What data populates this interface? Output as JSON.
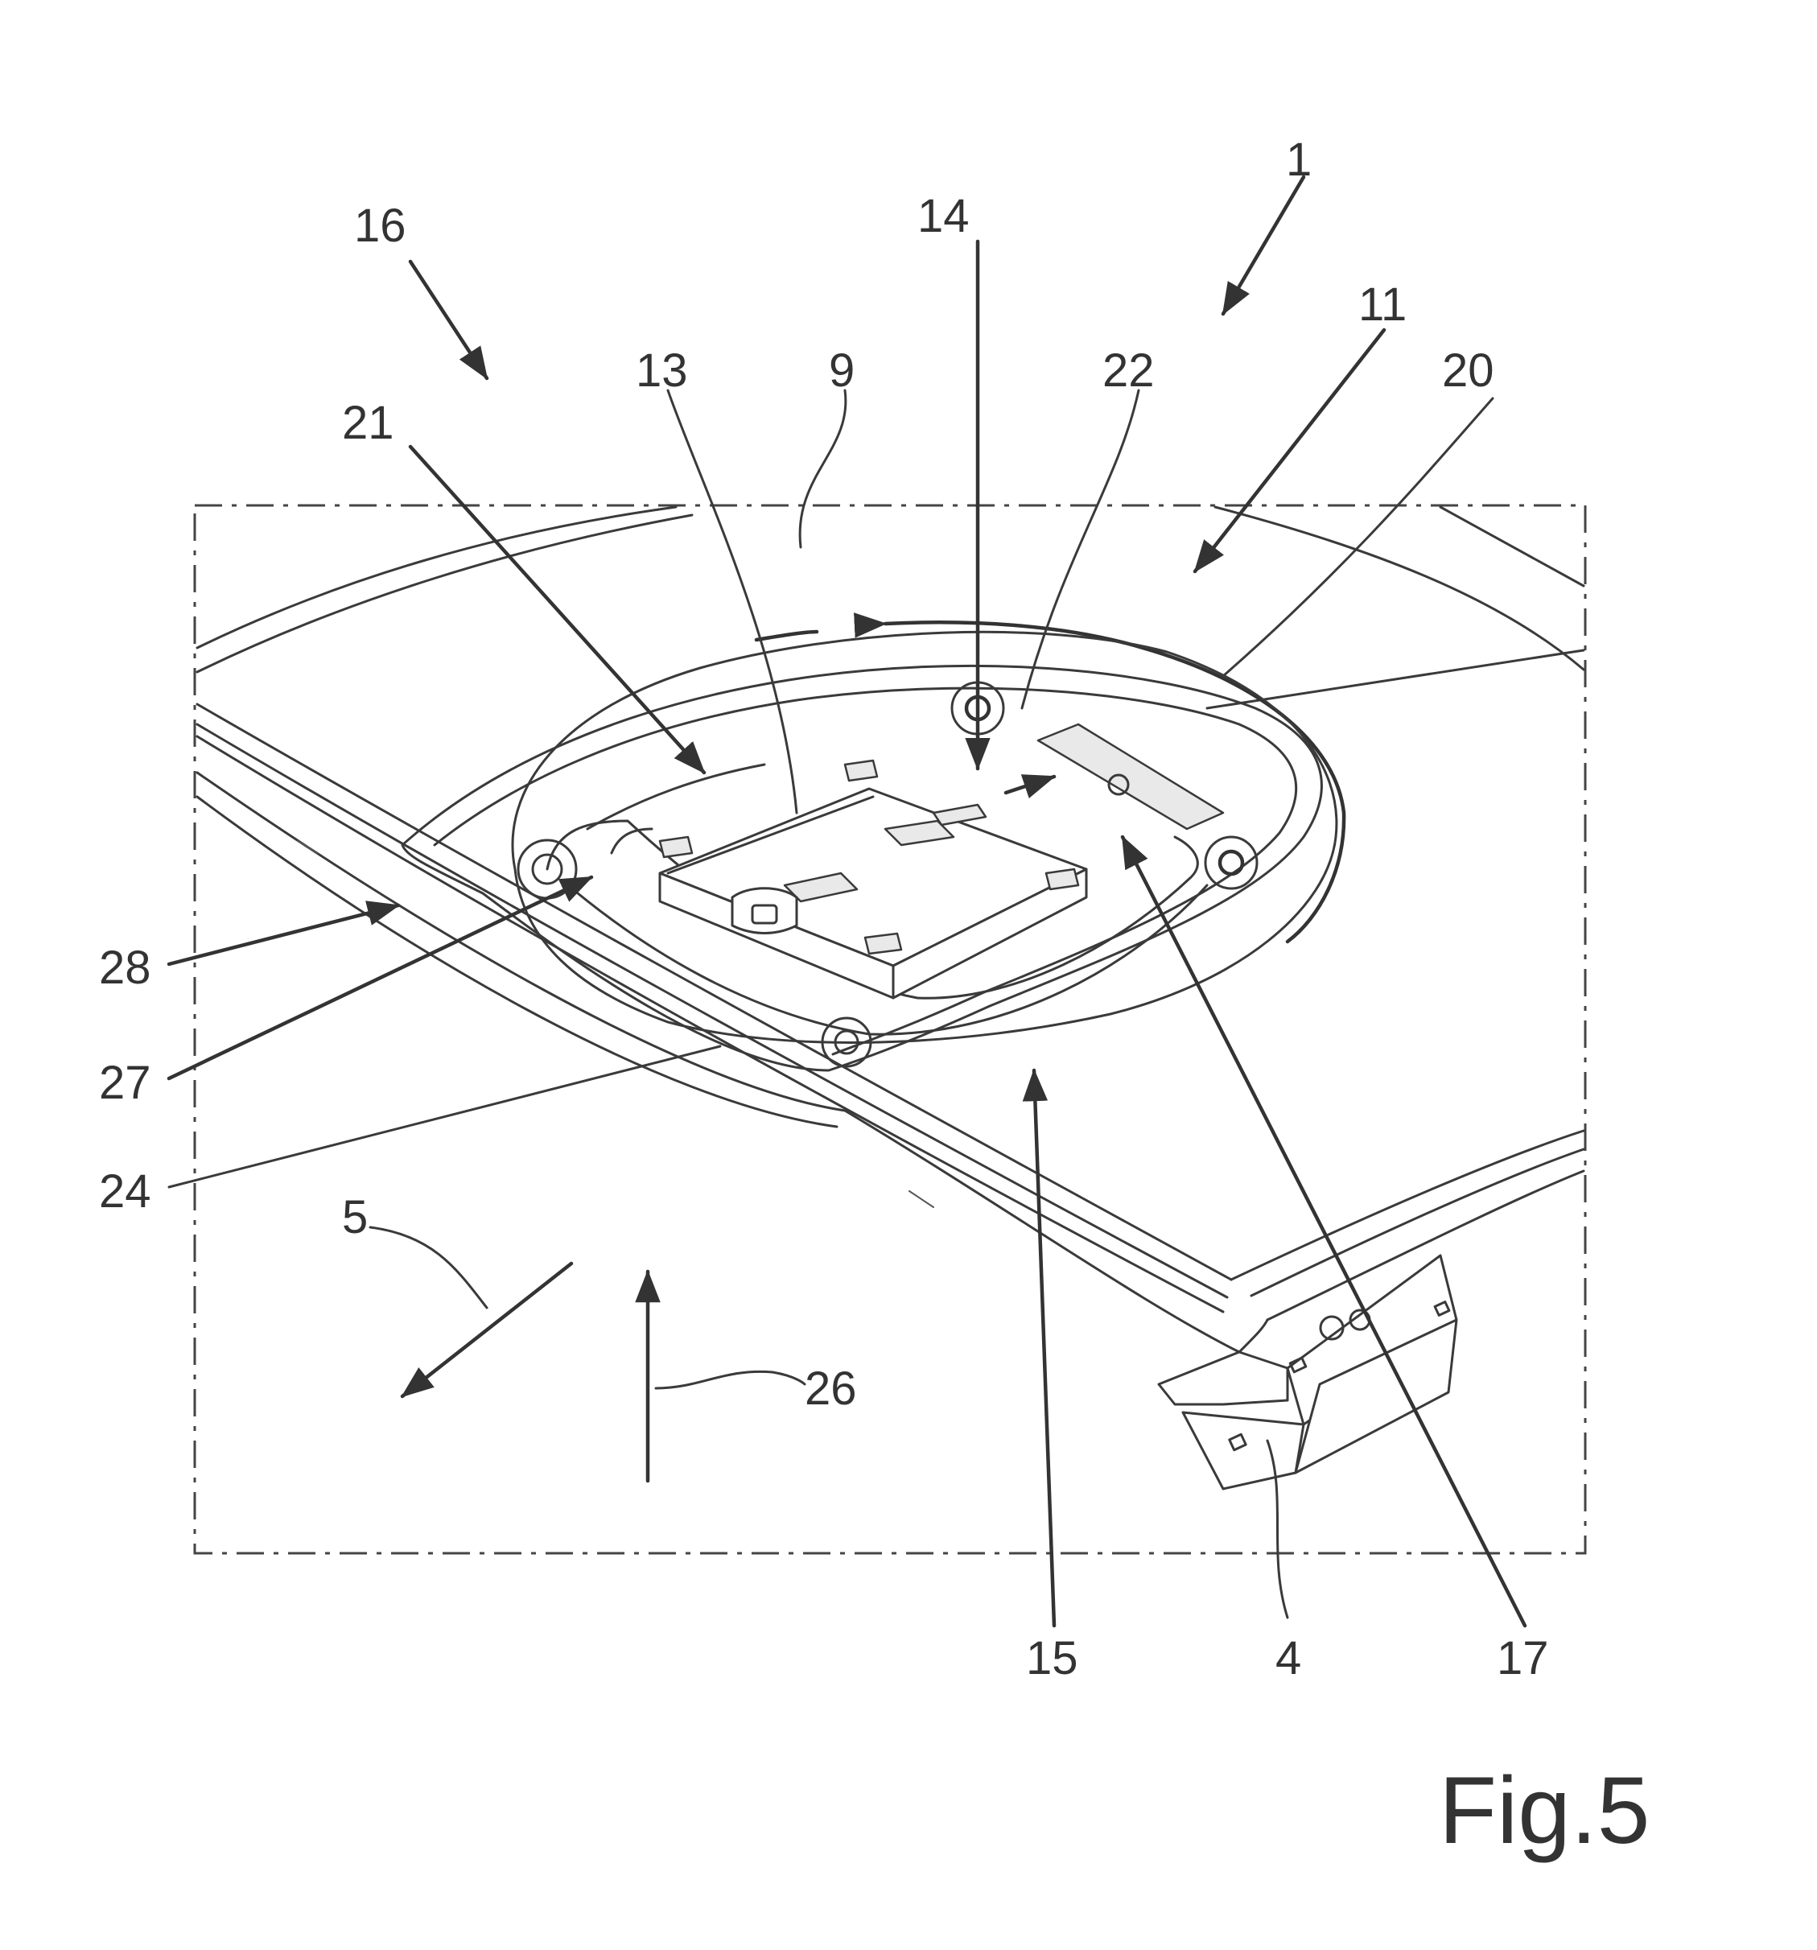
{
  "figure": {
    "caption": "Fig.5",
    "reference_numerals": [
      {
        "id": "n1",
        "text": "1"
      },
      {
        "id": "n16",
        "text": "16"
      },
      {
        "id": "n14",
        "text": "14"
      },
      {
        "id": "n11",
        "text": "11"
      },
      {
        "id": "n20",
        "text": "20"
      },
      {
        "id": "n13",
        "text": "13"
      },
      {
        "id": "n9",
        "text": "9"
      },
      {
        "id": "n22",
        "text": "22"
      },
      {
        "id": "n21",
        "text": "21"
      },
      {
        "id": "n28",
        "text": "28"
      },
      {
        "id": "n27",
        "text": "27"
      },
      {
        "id": "n24",
        "text": "24"
      },
      {
        "id": "n5",
        "text": "5"
      },
      {
        "id": "n26",
        "text": "26"
      },
      {
        "id": "n15",
        "text": "15"
      },
      {
        "id": "n4",
        "text": "4"
      },
      {
        "id": "n17",
        "text": "17"
      }
    ]
  }
}
